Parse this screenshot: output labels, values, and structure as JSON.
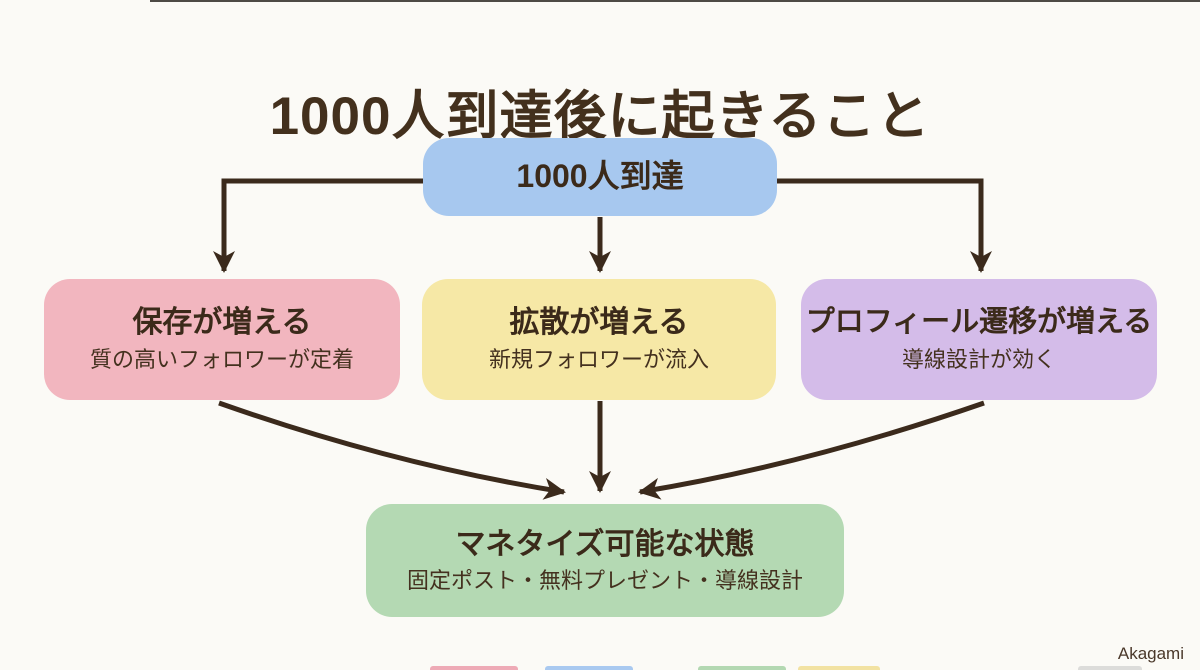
{
  "title": "1000人到達後に起きること",
  "credit": "Akagami",
  "flow": {
    "root": {
      "label": "1000人到達",
      "color": "#a7c8ef"
    },
    "branches": [
      {
        "title": "保存が増える",
        "subtitle": "質の高いフォロワーが定着",
        "color": "#f2b6bf"
      },
      {
        "title": "拡散が増える",
        "subtitle": "新規フォロワーが流入",
        "color": "#f6e8a6"
      },
      {
        "title": "プロフィール遷移が増える",
        "subtitle": "導線設計が効く",
        "color": "#d4bce9"
      }
    ],
    "outcome": {
      "title": "マネタイズ可能な状態",
      "subtitle": "固定ポスト・無料プレゼント・導線設計",
      "color": "#b4d9b3"
    },
    "connections": [
      {
        "from": "root",
        "to": "branch-0"
      },
      {
        "from": "root",
        "to": "branch-1"
      },
      {
        "from": "root",
        "to": "branch-2"
      },
      {
        "from": "branch-0",
        "to": "outcome"
      },
      {
        "from": "branch-1",
        "to": "outcome"
      },
      {
        "from": "branch-2",
        "to": "outcome"
      }
    ]
  },
  "colors": {
    "background": "#fbfaf6",
    "text": "#3b2a1a",
    "arrow": "#3b2a1c"
  }
}
